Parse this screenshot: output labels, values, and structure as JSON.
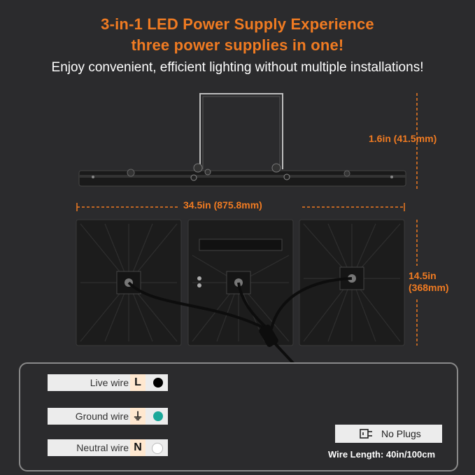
{
  "header": {
    "title_line1": "3-in-1 LED Power Supply Experience",
    "title_line2": "three power supplies in one!",
    "subtitle": "Enjoy convenient, efficient lighting without multiple installations!"
  },
  "dimensions": {
    "height": "1.6in (41.5mm)",
    "width": "34.5in (875.8mm)",
    "depth_line1": "14.5in",
    "depth_line2": "(368mm)"
  },
  "wires": [
    {
      "label": "Live wire",
      "code": "L",
      "dot_color": "#000000"
    },
    {
      "label": "Ground wire",
      "code": "⏚",
      "dot_color": "#1aa89a"
    },
    {
      "label": "Neutral wire",
      "code": "N",
      "dot_color": "#ffffff"
    }
  ],
  "plug": {
    "label": "No Plugs",
    "icon": "no-plug-icon"
  },
  "wire_length": "Wire Length: 40in/100cm",
  "colors": {
    "accent": "#f07b22",
    "background": "#2b2b2d"
  }
}
